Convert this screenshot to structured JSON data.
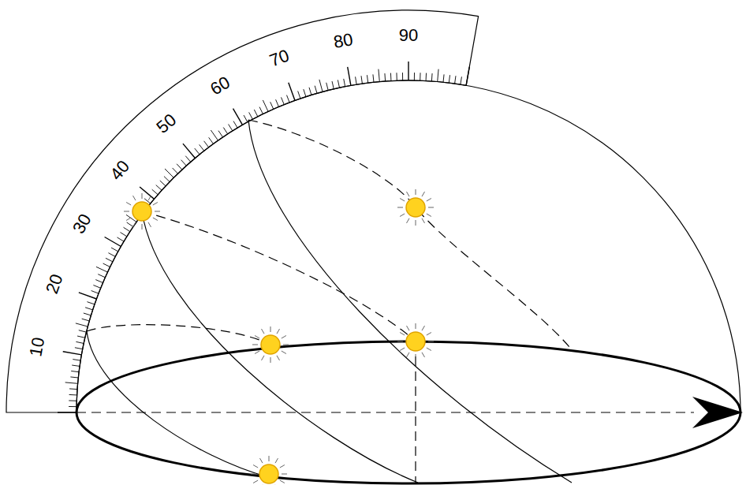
{
  "diagram": {
    "labels": [
      "10",
      "20",
      "30",
      "40",
      "50",
      "60",
      "70",
      "80",
      "90"
    ]
  }
}
